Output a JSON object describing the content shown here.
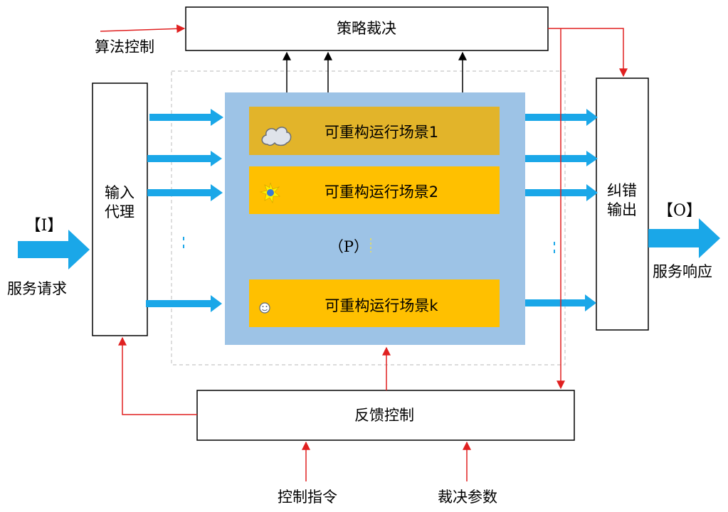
{
  "labels": {
    "algorithm_control": "算法控制",
    "strategy_arbitration": "策略裁决",
    "input_proxy_line1": "输入",
    "input_proxy_line2": "代理",
    "input_marker": "【I】",
    "service_request": "服务请求",
    "scenario_1": "可重构运行场景1",
    "scenario_2": "可重构运行场景2",
    "scenario_k": "可重构运行场景k",
    "process_marker": "（P）",
    "error_output_line1": "纠错",
    "error_output_line2": "输出",
    "output_marker": "【O】",
    "service_response": "服务响应",
    "feedback_control": "反馈控制",
    "control_command": "控制指令",
    "arbitration_params": "裁决参数"
  },
  "colors": {
    "flow_arrow": "#1aa7e8",
    "control_arrow": "#e02020",
    "pool_background": "#9dc3e6",
    "scenario_1_fill": "#e2b42a",
    "scenario_fill": "#ffc000",
    "box_stroke": "#000000"
  },
  "icons": {
    "scenario_1": "cloud-icon",
    "scenario_2": "sun-icon",
    "scenario_k": "smiley-icon"
  }
}
